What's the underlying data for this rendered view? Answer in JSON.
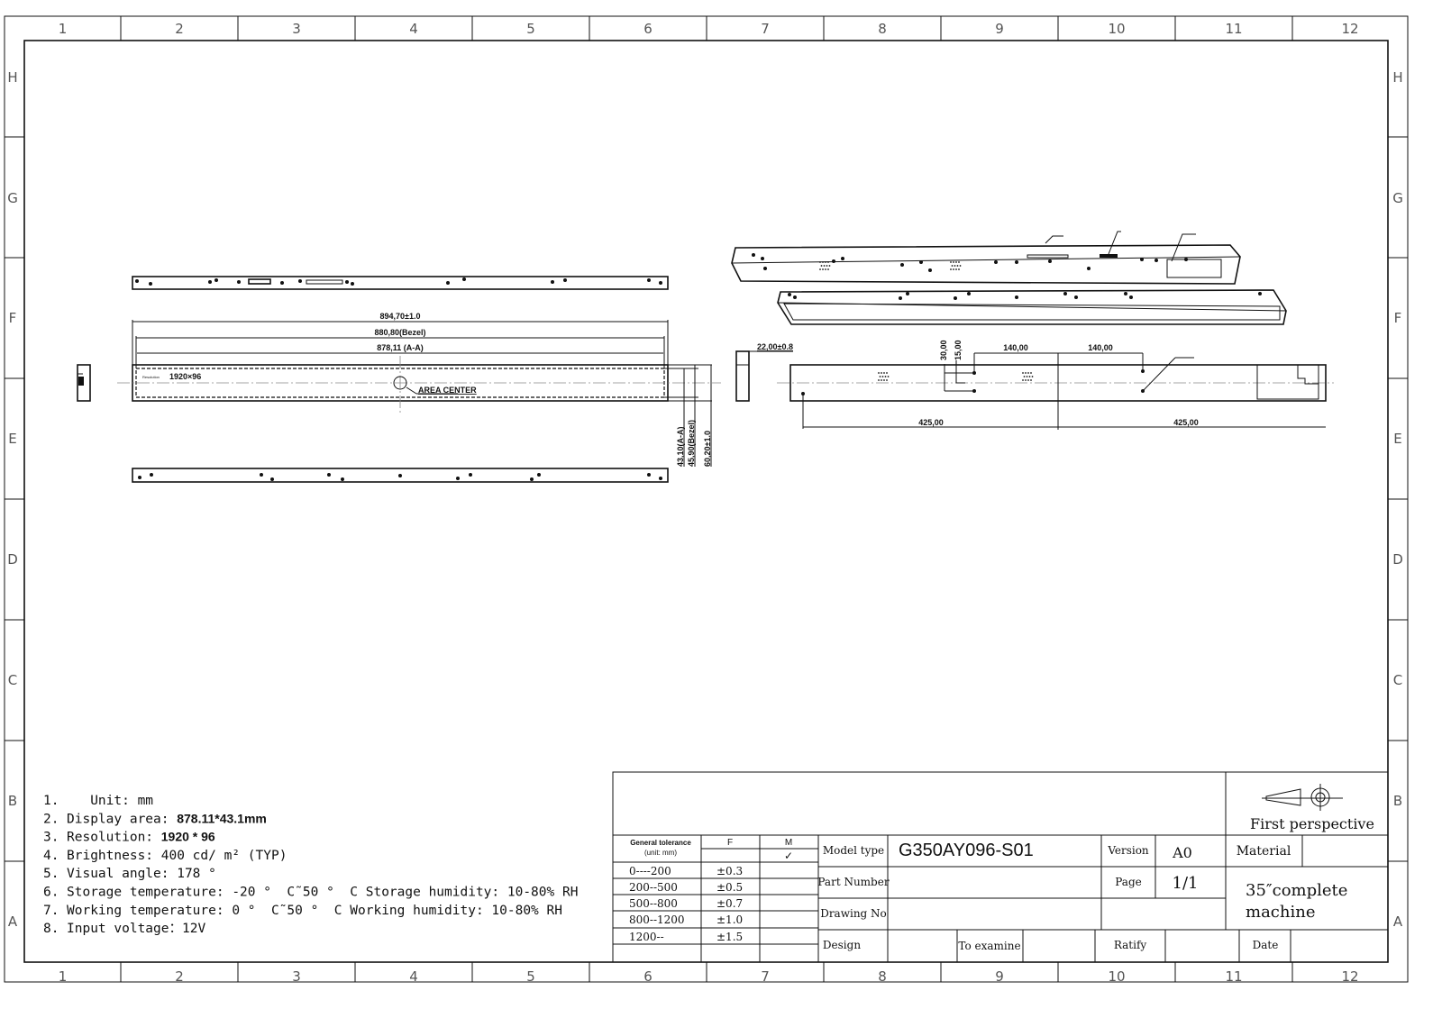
{
  "border": {
    "columns": [
      "1",
      "2",
      "3",
      "4",
      "5",
      "6",
      "7",
      "8",
      "9",
      "10",
      "11",
      "12"
    ],
    "rows": [
      "H",
      "G",
      "F",
      "E",
      "D",
      "C",
      "B",
      "A"
    ]
  },
  "front_view": {
    "dim_overall": "894,70±1.0",
    "dim_bezel": "880,80(Bezel)",
    "dim_aa": "878,11 (A-A)",
    "resolution_label": "Resolution",
    "resolution_value": "1920×96",
    "area_center": "AREA CENTER",
    "dim_h_aa": "43,10(A-A)",
    "dim_h_bezel": "45,90(Bezel)",
    "dim_h_overall": "60,20±1.0"
  },
  "rear_view": {
    "depth": "22,00±0.8",
    "dim_30": "30,00",
    "dim_15": "15,00",
    "dim_140a": "140,00",
    "dim_140b": "140,00",
    "dim_425a": "425,00",
    "dim_425b": "425,00"
  },
  "notes": [
    {
      "num": "1.",
      "label": "   Unit: mm",
      "value": ""
    },
    {
      "num": "2.",
      "label": "Display area: ",
      "value": "878.11*43.1mm"
    },
    {
      "num": "3.",
      "label": "Resolution: ",
      "value": "1920 * 96"
    },
    {
      "num": "4.",
      "label": "Brightness: 400 cd/ m² (TYP)",
      "value": ""
    },
    {
      "num": "5.",
      "label": "Visual angle: 178 °",
      "value": ""
    },
    {
      "num": "6.",
      "label": "Storage temperature: -20 °  C˜50 °  C Storage humidity: 10-80% RH",
      "value": ""
    },
    {
      "num": "7.",
      "label": "Working temperature: 0 °  C˜50 °  C Working humidity: 10-80% RH",
      "value": ""
    },
    {
      "num": "8.",
      "label": "Input voltage：12V",
      "value": ""
    }
  ],
  "title_block": {
    "projection": "First perspective",
    "tolerance_header": "General tolerance",
    "tolerance_unit": "(unit: mm)",
    "col_f": "F",
    "col_m": "M",
    "check": "✓",
    "tolerances": [
      {
        "range": "0----200",
        "value": "±0.3"
      },
      {
        "range": "200--500",
        "value": "±0.5"
      },
      {
        "range": "500--800",
        "value": "±0.7"
      },
      {
        "range": "800--1200",
        "value": "±1.0"
      },
      {
        "range": "1200--",
        "value": "±1.5"
      }
    ],
    "model_type_label": "Model type",
    "model_type": "G350AY096-S01",
    "version_label": "Version",
    "version": "A0",
    "material_label": "Material",
    "part_number_label": "Part Number",
    "page_label": "Page",
    "page": "1/1",
    "description_1": "35″complete",
    "description_2": "machine",
    "drawing_no_label": "Drawing No",
    "design_label": "Design",
    "examine_label": "To examine",
    "ratify_label": "Ratify",
    "date_label": "Date"
  }
}
